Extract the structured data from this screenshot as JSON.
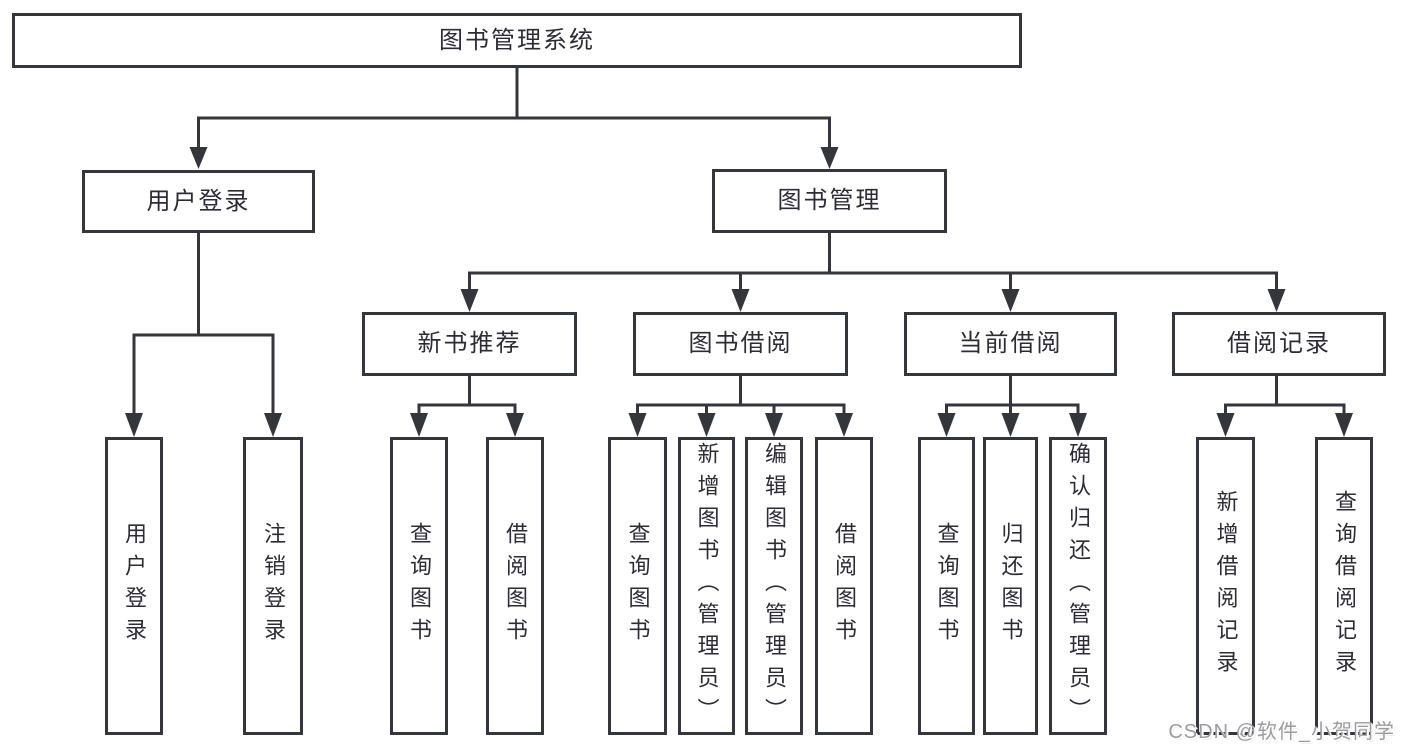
{
  "diagram": {
    "title": "图书管理系统",
    "type": "tree"
  },
  "nodes": {
    "root": {
      "label": "图书管理系统"
    },
    "user_login": {
      "label": "用户登录"
    },
    "book_mgmt": {
      "label": "图书管理"
    },
    "new_book_rec": {
      "label": "新书推荐"
    },
    "book_borrow": {
      "label": "图书借阅"
    },
    "current_borrow": {
      "label": "当前借阅"
    },
    "borrow_records": {
      "label": "借阅记录"
    },
    "leaf_user_login": {
      "label": "用户登录"
    },
    "leaf_logout": {
      "label": "注销登录"
    },
    "leaf_query_books_1": {
      "label": "查询图书"
    },
    "leaf_borrow_books_1": {
      "label": "借阅图书"
    },
    "leaf_query_books_2": {
      "label": "查询图书"
    },
    "leaf_add_book": {
      "label": "新增图书（管理员）"
    },
    "leaf_edit_book": {
      "label": "编辑图书（管理员）"
    },
    "leaf_borrow_books_2": {
      "label": "借阅图书"
    },
    "leaf_query_books_3": {
      "label": "查询图书"
    },
    "leaf_return_book": {
      "label": "归还图书"
    },
    "leaf_confirm_return": {
      "label": "确认归还（管理员）"
    },
    "leaf_add_record": {
      "label": "新增借阅记录"
    },
    "leaf_query_record": {
      "label": "查询借阅记录"
    }
  },
  "edges": [
    [
      "root",
      "user_login"
    ],
    [
      "root",
      "book_mgmt"
    ],
    [
      "user_login",
      "leaf_user_login"
    ],
    [
      "user_login",
      "leaf_logout"
    ],
    [
      "book_mgmt",
      "new_book_rec"
    ],
    [
      "book_mgmt",
      "book_borrow"
    ],
    [
      "book_mgmt",
      "current_borrow"
    ],
    [
      "book_mgmt",
      "borrow_records"
    ],
    [
      "new_book_rec",
      "leaf_query_books_1"
    ],
    [
      "new_book_rec",
      "leaf_borrow_books_1"
    ],
    [
      "book_borrow",
      "leaf_query_books_2"
    ],
    [
      "book_borrow",
      "leaf_add_book"
    ],
    [
      "book_borrow",
      "leaf_edit_book"
    ],
    [
      "book_borrow",
      "leaf_borrow_books_2"
    ],
    [
      "current_borrow",
      "leaf_query_books_3"
    ],
    [
      "current_borrow",
      "leaf_return_book"
    ],
    [
      "current_borrow",
      "leaf_confirm_return"
    ],
    [
      "borrow_records",
      "leaf_add_record"
    ],
    [
      "borrow_records",
      "leaf_query_record"
    ]
  ],
  "watermark": {
    "text": "CSDN @软件_小贺同学"
  },
  "colors": {
    "background": "#ffffff",
    "line": "#35353c",
    "box_border": "#35353c",
    "text": "#2c2c34",
    "watermark": "#9c9c9c"
  }
}
